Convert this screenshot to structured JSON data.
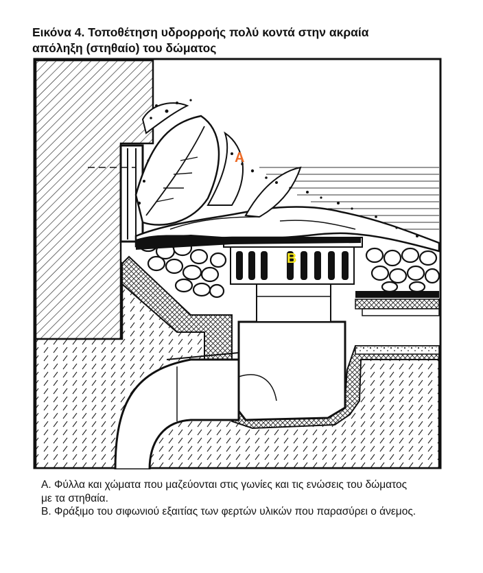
{
  "title": {
    "line1": "Εικόνα 4. Τοποθέτηση υδρορροής πολύ κοντά στην ακραία",
    "line2": "απόληξη (στηθαίο) του δώματος"
  },
  "figure": {
    "label_a": "A",
    "label_b": "B",
    "colors": {
      "label_a": "#ee6a24",
      "label_b": "#f5e61a",
      "ink": "#111111"
    }
  },
  "caption": {
    "a_line1": "Α. Φύλλα και χώματα που μαζεύονται στις γωνίες και τις ενώσεις του δώματος",
    "a_line2": "με τα στηθαία.",
    "b_line": "Β. Φράξιμο του σιφωνιού εξαιτίας των φερτών υλικών που παρασύρει ο άνεμος."
  }
}
